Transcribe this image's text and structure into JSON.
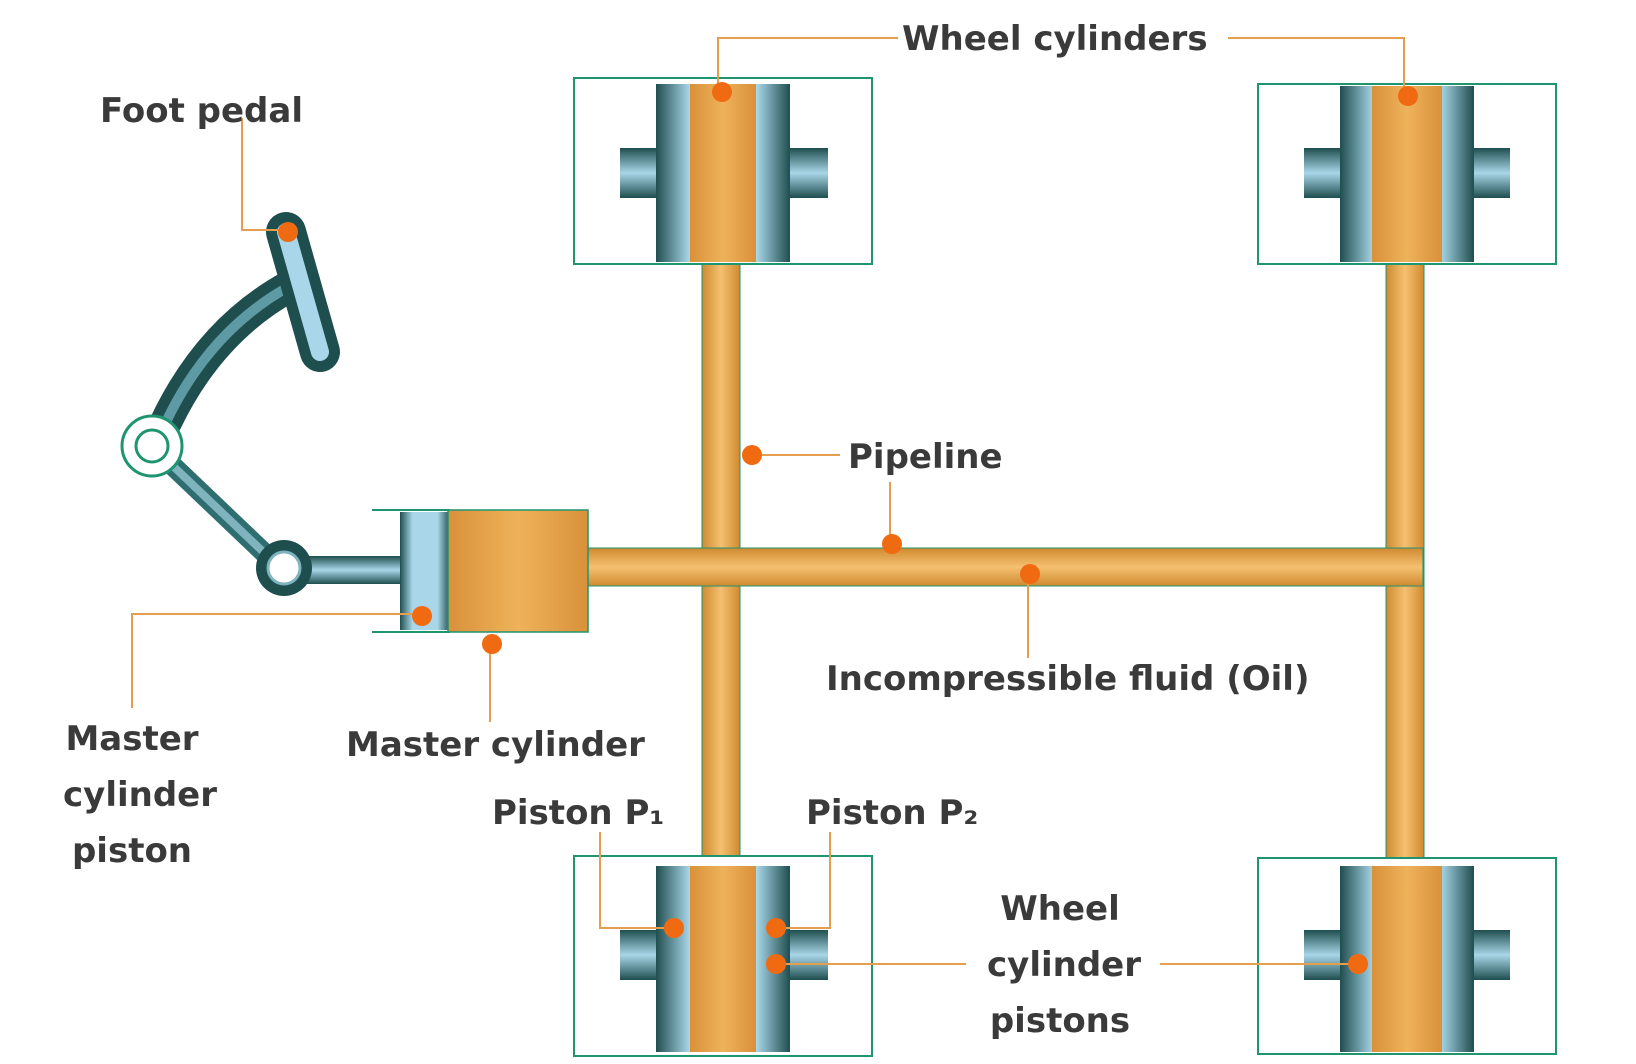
{
  "labels": {
    "foot_pedal": "Foot pedal",
    "wheel_cylinders": "Wheel cylinders",
    "pipeline": "Pipeline",
    "incompressible_fluid": "Incompressible fluid (Oil)",
    "master_cylinder": "Master cylinder",
    "master_cylinder_piston": [
      "Master",
      "cylinder",
      "piston"
    ],
    "piston_p1": "Piston P₁",
    "piston_p2": "Piston P₂",
    "wheel_cylinder_pistons": [
      "Wheel",
      "cylinder",
      "pistons"
    ]
  },
  "colors": {
    "fluid": "#e9a444",
    "fluid_dark": "#c8822a",
    "steel_dark": "#1f4e4f",
    "steel_light": "#a9d6e8",
    "box_border": "#1f9470",
    "leader_line": "#e49e4e",
    "marker": "#f06a12",
    "text": "#3a3a3a"
  }
}
